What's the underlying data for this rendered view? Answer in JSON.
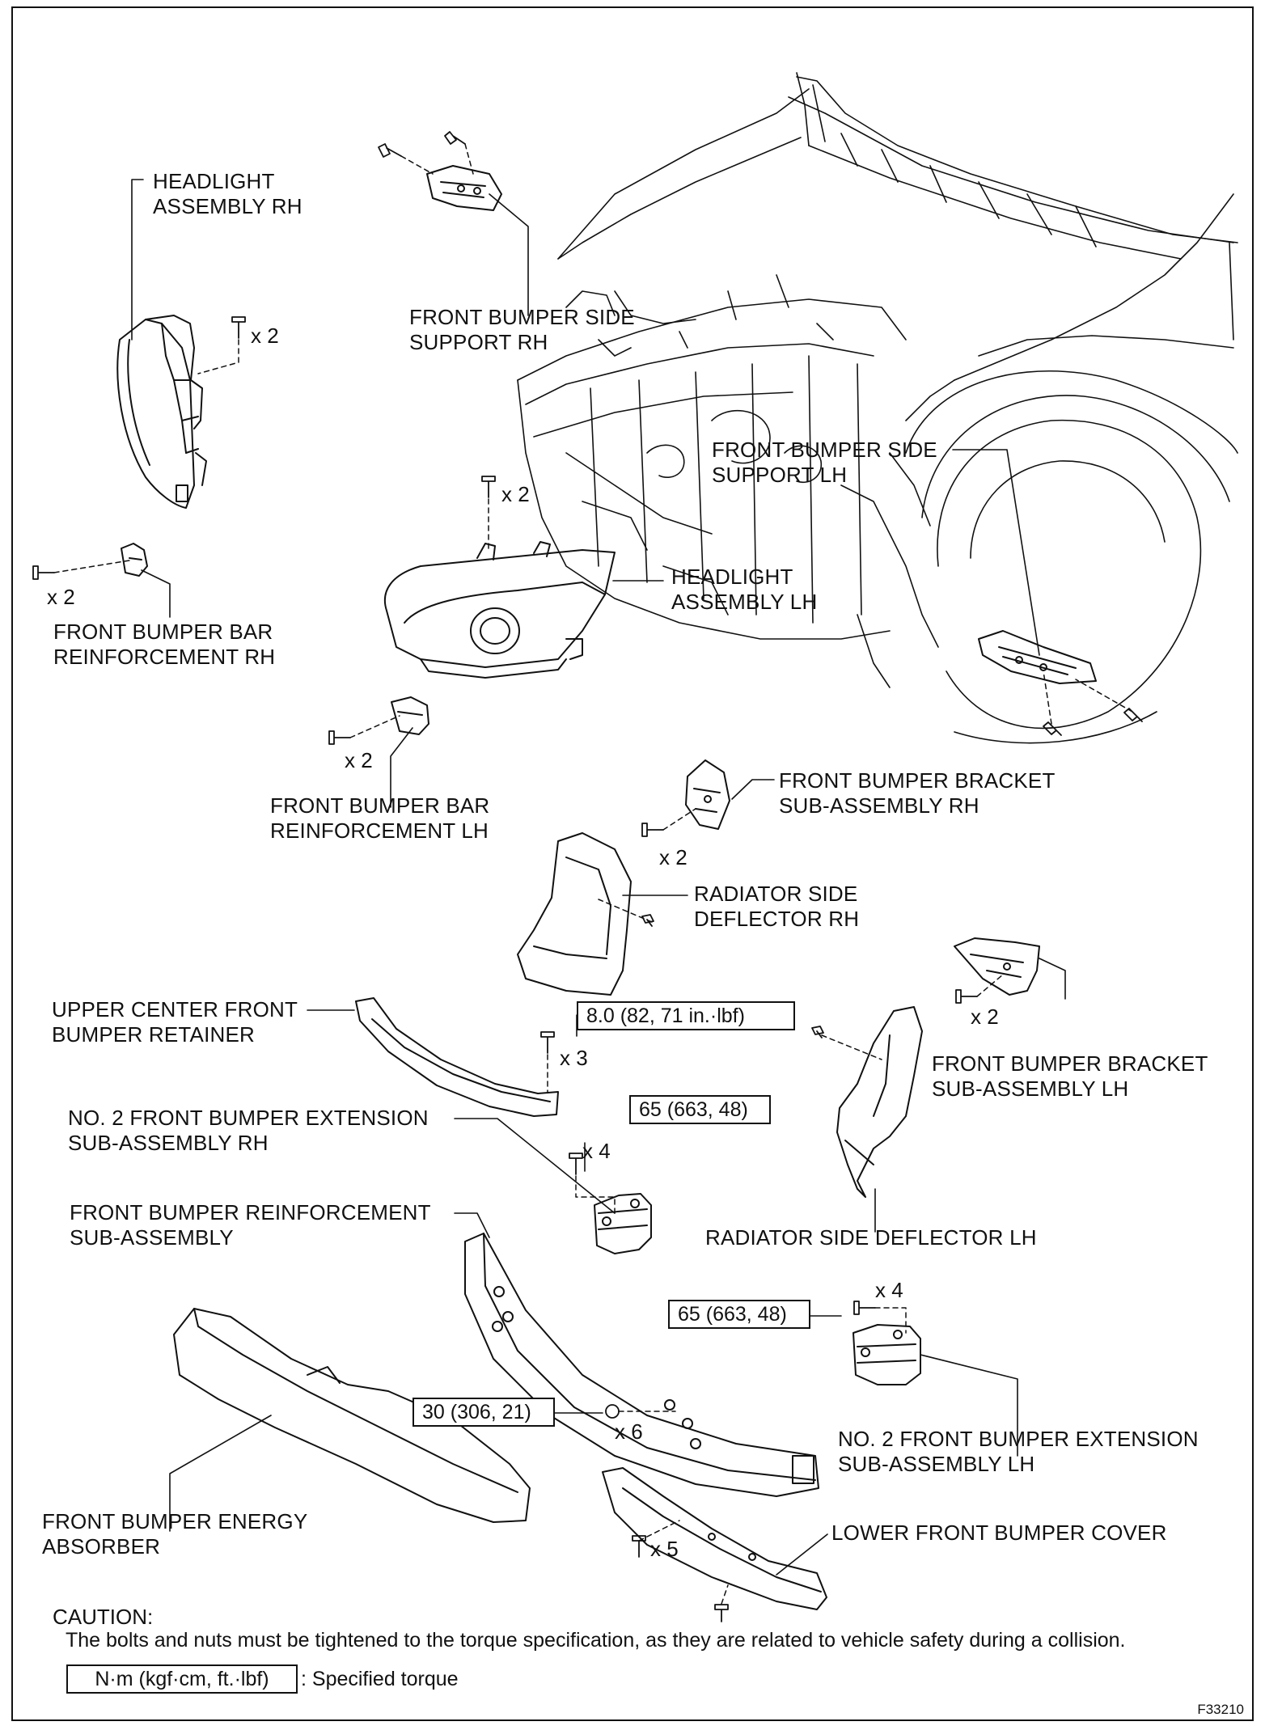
{
  "labels": {
    "headlight_rh": [
      "HEADLIGHT",
      "ASSEMBLY RH"
    ],
    "bumper_side_support_rh": [
      "FRONT BUMPER SIDE",
      "SUPPORT RH"
    ],
    "bumper_side_support_lh": [
      "FRONT BUMPER SIDE",
      "SUPPORT LH"
    ],
    "headlight_lh": [
      "HEADLIGHT",
      "ASSEMBLY LH"
    ],
    "bar_reinforcement_rh": [
      "FRONT BUMPER BAR",
      "REINFORCEMENT RH"
    ],
    "bar_reinforcement_lh": [
      "FRONT BUMPER BAR",
      "REINFORCEMENT LH"
    ],
    "bracket_rh": [
      "FRONT BUMPER BRACKET",
      "SUB-ASSEMBLY RH"
    ],
    "radiator_deflector_rh": [
      "RADIATOR SIDE",
      "DEFLECTOR RH"
    ],
    "upper_center_retainer": [
      "UPPER CENTER FRONT",
      "BUMPER RETAINER"
    ],
    "bracket_lh": [
      "FRONT BUMPER BRACKET",
      "SUB-ASSEMBLY LH"
    ],
    "extension_rh": [
      "NO. 2 FRONT BUMPER EXTENSION",
      "SUB-ASSEMBLY RH"
    ],
    "reinforcement_sub": [
      "FRONT BUMPER REINFORCEMENT",
      "SUB-ASSEMBLY"
    ],
    "radiator_deflector_lh": [
      "RADIATOR SIDE DEFLECTOR LH"
    ],
    "extension_lh": [
      "NO. 2 FRONT BUMPER EXTENSION",
      "SUB-ASSEMBLY LH"
    ],
    "energy_absorber": [
      "FRONT BUMPER ENERGY",
      "ABSORBER"
    ],
    "lower_cover": [
      "LOWER FRONT BUMPER COVER"
    ]
  },
  "quantities": {
    "headlight_rh_bolts": "x 2",
    "headlight_lh_bolts": "x 2",
    "bar_reinforcement_rh_bolts": "x 2",
    "bar_reinforcement_lh_bolts": "x 2",
    "bracket_rh_bolts": "x 2",
    "bracket_lh_bolts": "x 2",
    "retainer_bolts": "x 3",
    "extension_rh_bolts": "x 4",
    "extension_lh_bolts": "x 4",
    "reinforcement_nuts": "x 6",
    "lower_cover_clips": "x 5"
  },
  "torques": {
    "retainer": "8.0 (82, 71 in.·lbf)",
    "extension_rh": "65 (663, 48)",
    "extension_lh": "65 (663, 48)",
    "reinforcement": "30 (306, 21)"
  },
  "caution": {
    "title": "CAUTION:",
    "text": "The bolts and nuts must be tightened to the torque specification, as they are related to vehicle safety during a collision."
  },
  "legend": {
    "unit": "N·m (kgf·cm, ft.·lbf)",
    "description": ": Specified torque"
  },
  "figure_code": "F33210"
}
